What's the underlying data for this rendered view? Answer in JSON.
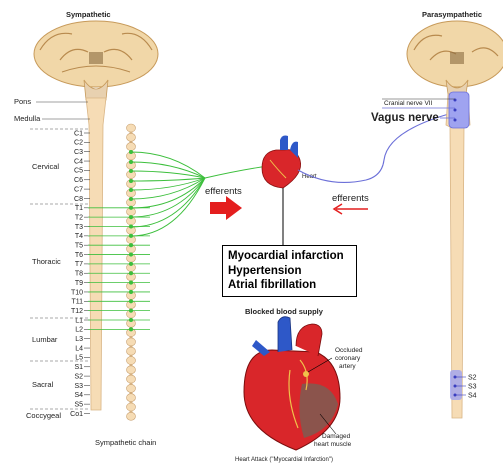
{
  "titles": {
    "sympathetic": "Sympathetic",
    "parasympathetic": "Parasympathetic",
    "blocked": "Blocked blood supply"
  },
  "brainstem": {
    "pons": "Pons",
    "medulla": "Medulla"
  },
  "regions": {
    "cervical": "Cervical",
    "thoracic": "Thoracic",
    "lumbar": "Lumbar",
    "sacral": "Sacral",
    "coccygeal": "Coccygeal"
  },
  "vertebrae": [
    "C1",
    "C2",
    "C3",
    "C4",
    "C5",
    "C6",
    "C7",
    "C8",
    "T1",
    "T2",
    "T3",
    "T4",
    "T5",
    "T6",
    "T7",
    "T8",
    "T9",
    "T10",
    "T11",
    "T12",
    "L1",
    "L2",
    "L3",
    "L4",
    "L5",
    "S1",
    "S2",
    "S3",
    "S4",
    "S5",
    "Co1"
  ],
  "chain_label": "Sympathetic chain",
  "heart_label": "Heart",
  "efferents_left": "efferents",
  "efferents_right": "efferents",
  "cranial_nerve": "Cranial nerve VII",
  "vagus": "Vagus nerve",
  "para_sacral": [
    "S2",
    "S3",
    "S4"
  ],
  "conditions": [
    "Myocardial infarction",
    "Hypertension",
    "Atrial fibrillation"
  ],
  "occluded": [
    "Occluded",
    "coronary",
    "artery"
  ],
  "damaged": [
    "Damaged",
    "heart muscle"
  ],
  "caption": "Heart Attack (\"Myocardial Infarction\")",
  "colors": {
    "nerve_green": "#3cbf3c",
    "arrow_red": "#e41e1e",
    "para_blue": "#6b6fd8",
    "cord": "#f6dcb5"
  }
}
